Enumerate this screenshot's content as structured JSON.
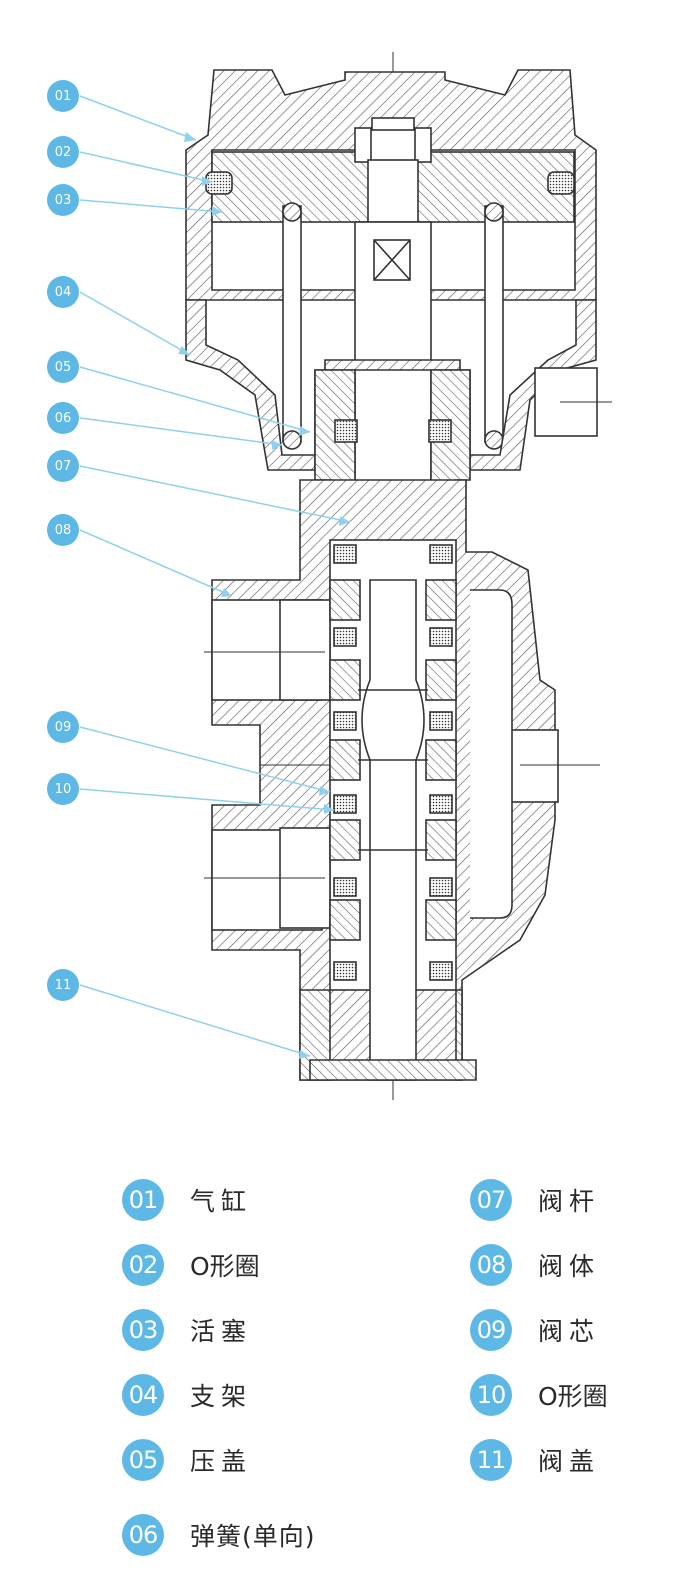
{
  "diagram": {
    "colors": {
      "accent": "#5db8e6",
      "line": "#333333",
      "hatch": "#555555"
    },
    "callouts": [
      {
        "num": "01",
        "label": "气缸"
      },
      {
        "num": "02",
        "label": "O形圈"
      },
      {
        "num": "03",
        "label": "活塞"
      },
      {
        "num": "04",
        "label": "支架"
      },
      {
        "num": "05",
        "label": "压盖"
      },
      {
        "num": "06",
        "label": "弹簧(单向)"
      },
      {
        "num": "07",
        "label": "阀杆"
      },
      {
        "num": "08",
        "label": "阀体"
      },
      {
        "num": "09",
        "label": "阀芯"
      },
      {
        "num": "10",
        "label": "O形圈"
      },
      {
        "num": "11",
        "label": "阀盖"
      }
    ]
  }
}
